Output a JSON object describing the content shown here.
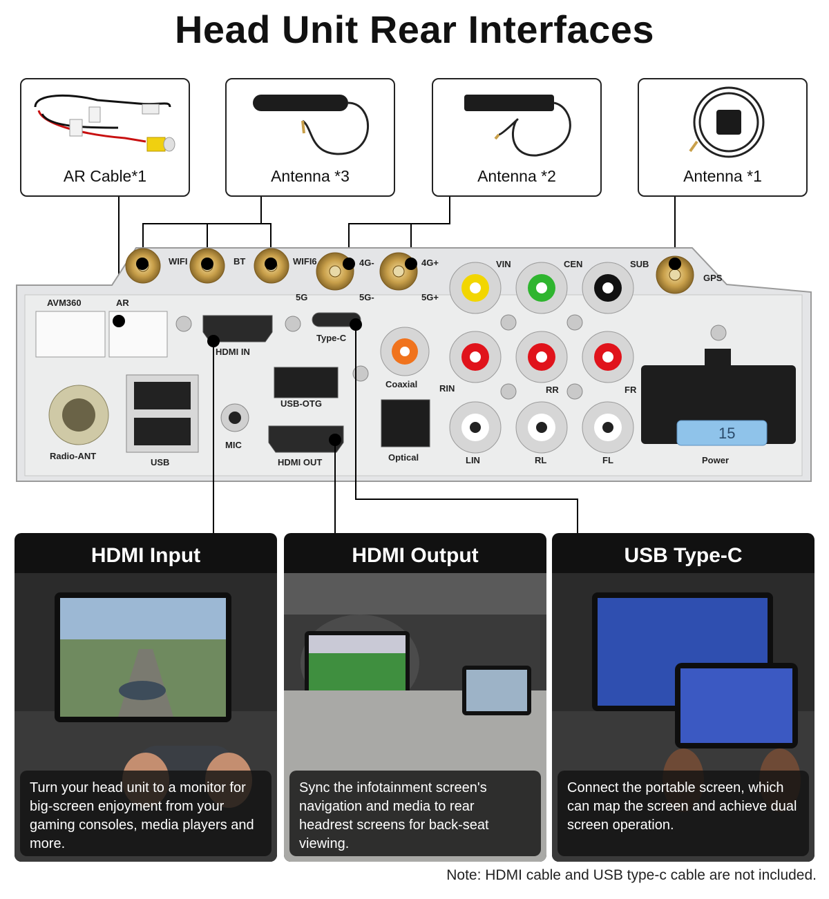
{
  "title": "Head Unit Rear Interfaces",
  "accessories": [
    {
      "label": "AR Cable*1"
    },
    {
      "label": "Antenna *3"
    },
    {
      "label": "Antenna *2"
    },
    {
      "label": "Antenna *1"
    }
  ],
  "panel_labels": {
    "avm360": "AVM360",
    "ar": "AR",
    "wifi": "WIFI",
    "bt": "BT",
    "wifi6": "WIFI6",
    "g4a": "4G-",
    "g4b": "4G+",
    "g5a": "5G",
    "g5b": "5G-",
    "g5c": "5G+",
    "vin": "VIN",
    "cen": "CEN",
    "sub": "SUB",
    "gps": "GPS",
    "hdmi_in": "HDMI IN",
    "type_c": "Type-C",
    "coaxial": "Coaxial",
    "rin": "RIN",
    "rr": "RR",
    "fr": "FR",
    "usb_otg": "USB-OTG",
    "mic": "MIC",
    "hdmi_out": "HDMI OUT",
    "optical": "Optical",
    "lin": "LIN",
    "rl": "RL",
    "fl": "FL",
    "power": "Power",
    "radio_ant": "Radio-ANT",
    "usb": "USB",
    "fuse": "15"
  },
  "features": [
    {
      "title": "HDMI Input",
      "text": "Turn your head unit to a monitor for big-screen enjoyment from your gaming consoles, media players and more."
    },
    {
      "title": "HDMI Output",
      "text": "Sync the infotainment screen's navigation and media to rear headrest screens for back-seat viewing."
    },
    {
      "title": "USB Type-C",
      "text": "Connect the portable screen, which can map the screen and achieve dual screen operation."
    }
  ],
  "note": "Note: HDMI cable and USB type-c cable are not included.",
  "colors": {
    "rca_yellow": "#f2d600",
    "rca_green": "#2fb52f",
    "rca_red": "#e0131b",
    "rca_orange": "#f0731d",
    "rca_white": "#ffffff",
    "panel": "#e4e5e7",
    "gold": "#c9a04b",
    "fuse": "#8fc3ea"
  }
}
